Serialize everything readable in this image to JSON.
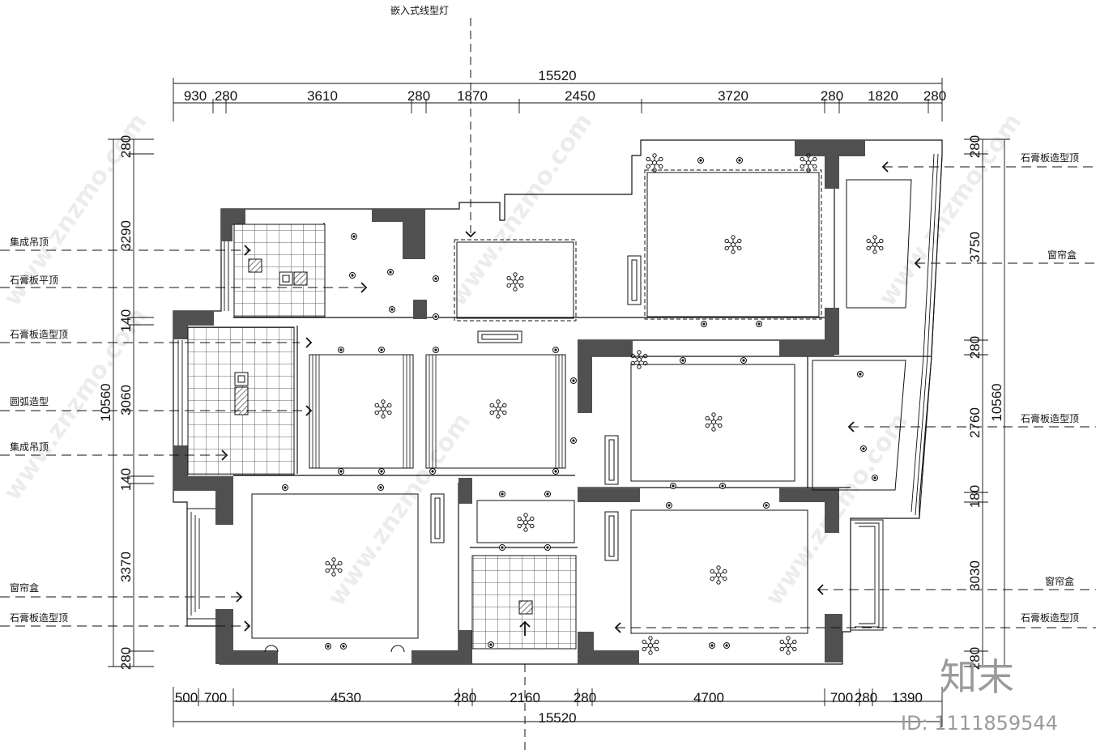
{
  "title_callout": "嵌入式线型灯",
  "top_total": "15520",
  "top_dims": [
    "930",
    "280",
    "3610",
    "280",
    "1870",
    "2450",
    "3720",
    "280",
    "1820",
    "280"
  ],
  "bottom_total": "15520",
  "bottom_dims": [
    "500",
    "700",
    "4530",
    "280",
    "2160",
    "280",
    "4700",
    "700",
    "280",
    "1390"
  ],
  "left_total": "10560",
  "left_dims": [
    "280",
    "3290",
    "140",
    "3060",
    "140",
    "3370",
    "280"
  ],
  "right_total": "10560",
  "right_dims": [
    "280",
    "3750",
    "280",
    "2760",
    "180",
    "3030",
    "280"
  ],
  "left_labels": [
    "集成吊顶",
    "石膏板平顶",
    "石膏板造型顶",
    "圆弧造型",
    "集成吊顶",
    "窗帘盒",
    "石膏板造型顶"
  ],
  "right_labels": [
    "石膏板造型顶",
    "窗帘盒",
    "石膏板造型顶",
    "窗帘盒",
    "石膏板造型顶"
  ],
  "watermark": "www.znzmo.com",
  "brand": "知末",
  "id_text": "ID: 1111859544"
}
